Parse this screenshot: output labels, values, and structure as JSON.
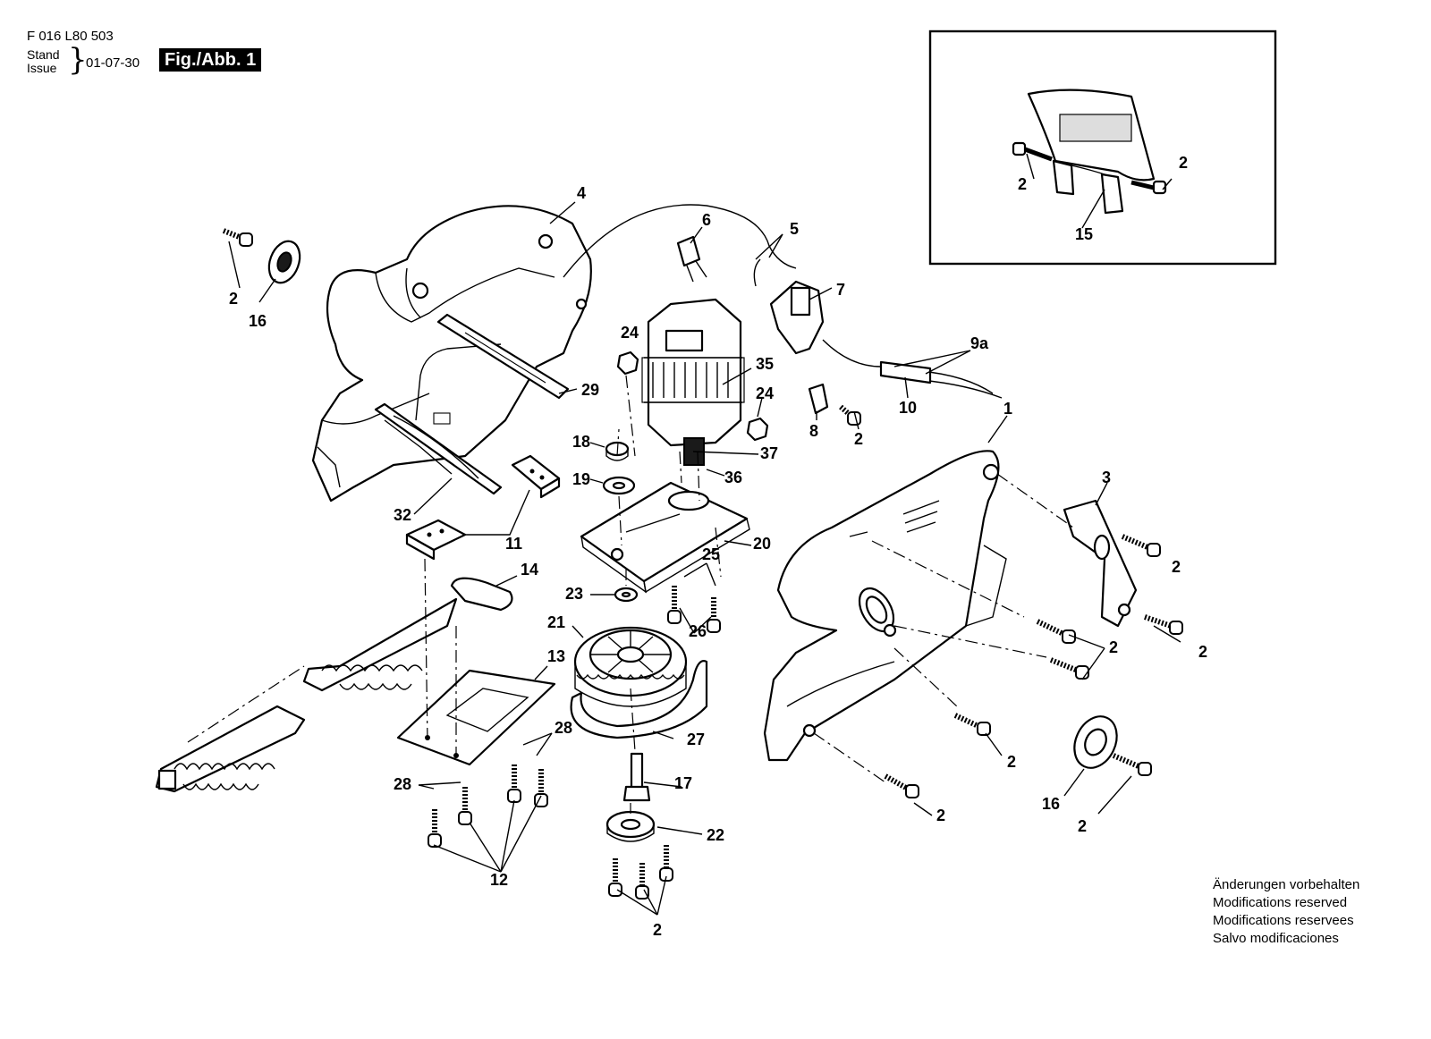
{
  "header": {
    "doc_number": "F 016 L80 503",
    "stand_label": "Stand",
    "issue_label": "Issue",
    "date": "01-07-30",
    "figure_label": "Fig./Abb. 1"
  },
  "callouts": [
    {
      "id": "c4",
      "text": "4"
    },
    {
      "id": "c6",
      "text": "6"
    },
    {
      "id": "c5",
      "text": "5"
    },
    {
      "id": "c7",
      "text": "7"
    },
    {
      "id": "c2a",
      "text": "2"
    },
    {
      "id": "c16a",
      "text": "16"
    },
    {
      "id": "c24a",
      "text": "24"
    },
    {
      "id": "c35",
      "text": "35"
    },
    {
      "id": "c24b",
      "text": "24"
    },
    {
      "id": "c9a",
      "text": "9a"
    },
    {
      "id": "c10",
      "text": "10"
    },
    {
      "id": "c29",
      "text": "29"
    },
    {
      "id": "c8",
      "text": "8"
    },
    {
      "id": "c2b",
      "text": "2"
    },
    {
      "id": "c1",
      "text": "1"
    },
    {
      "id": "c18",
      "text": "18"
    },
    {
      "id": "c37",
      "text": "37"
    },
    {
      "id": "c19",
      "text": "19"
    },
    {
      "id": "c36",
      "text": "36"
    },
    {
      "id": "c3",
      "text": "3"
    },
    {
      "id": "c32",
      "text": "32"
    },
    {
      "id": "c20",
      "text": "20"
    },
    {
      "id": "c11",
      "text": "11"
    },
    {
      "id": "c14",
      "text": "14"
    },
    {
      "id": "c25",
      "text": "25"
    },
    {
      "id": "c2c",
      "text": "2"
    },
    {
      "id": "c23",
      "text": "23"
    },
    {
      "id": "c21",
      "text": "21"
    },
    {
      "id": "c26",
      "text": "26"
    },
    {
      "id": "c2d",
      "text": "2"
    },
    {
      "id": "c2e",
      "text": "2"
    },
    {
      "id": "c13",
      "text": "13"
    },
    {
      "id": "c28a",
      "text": "28"
    },
    {
      "id": "c27",
      "text": "27"
    },
    {
      "id": "c2f",
      "text": "2"
    },
    {
      "id": "c28b",
      "text": "28"
    },
    {
      "id": "c17",
      "text": "17"
    },
    {
      "id": "c16b",
      "text": "16"
    },
    {
      "id": "c2g",
      "text": "2"
    },
    {
      "id": "c2h",
      "text": "2"
    },
    {
      "id": "c22",
      "text": "22"
    },
    {
      "id": "c12",
      "text": "12"
    },
    {
      "id": "c2i",
      "text": "2"
    },
    {
      "id": "c2j",
      "text": "2"
    },
    {
      "id": "c2k",
      "text": "2"
    },
    {
      "id": "c15",
      "text": "15"
    }
  ],
  "disclaimer": [
    "Änderungen vorbehalten",
    "Modifications reserved",
    "Modifications reservees",
    "Salvo modificaciones"
  ]
}
